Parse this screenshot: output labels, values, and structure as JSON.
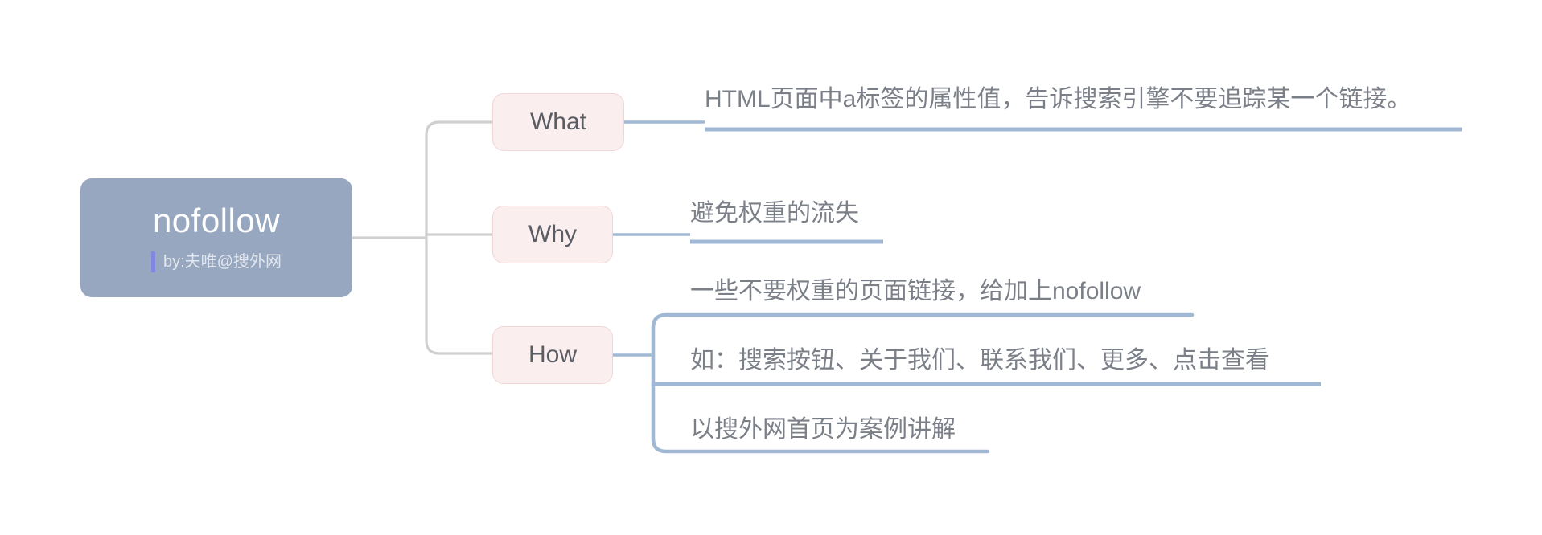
{
  "diagram": {
    "type": "mindmap",
    "title": "nofollow",
    "background_color": "#ffffff",
    "root": {
      "label": "nofollow",
      "byline": "by:夫唯@搜外网",
      "fill_color": "#96a7bf",
      "text_color": "#ffffff",
      "accent_bar_color": "#8187e0"
    },
    "branch_style": {
      "fill_color": "#fbeeee",
      "border_color": "#f0d7d7",
      "text_color": "#595c63",
      "connector_color": "#cfcfcf",
      "leaf_connector_color": "#a1b8d4",
      "leaf_text_color": "#7b7f88"
    },
    "branches": [
      {
        "label": "What",
        "leaves": [
          {
            "text": "HTML页面中a标签的属性值，告诉搜索引擎不要追踪某一个链接。"
          }
        ]
      },
      {
        "label": "Why",
        "leaves": [
          {
            "text": "避免权重的流失"
          }
        ]
      },
      {
        "label": "How",
        "leaves": [
          {
            "text": "一些不要权重的页面链接，给加上nofollow"
          },
          {
            "text": "如：搜索按钮、关于我们、联系我们、更多、点击查看"
          },
          {
            "text": "以搜外网首页为案例讲解"
          }
        ]
      }
    ]
  }
}
